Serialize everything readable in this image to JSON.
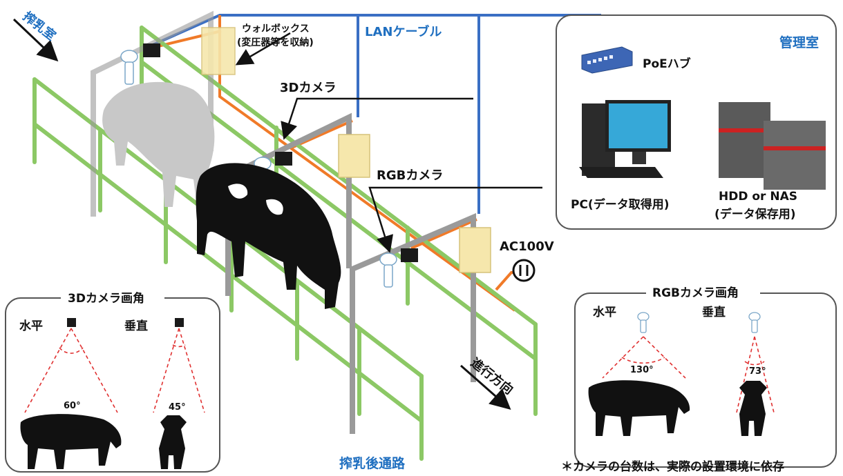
{
  "labels": {
    "milking_room": "搾乳室",
    "wall_box_line1": "ウォルボックス",
    "wall_box_line2": "(変圧器等を収納)",
    "lan_cable": "LANケーブル",
    "camera_3d": "3Dカメラ",
    "camera_rgb": "RGBカメラ",
    "ac100v": "AC100V",
    "direction": "進行方向",
    "post_milking_passage": "搾乳後通路",
    "footnote": "＊カメラの台数は、実際の設置環境に依存"
  },
  "management_room": {
    "title": "管理室",
    "poe_hub": "PoEハブ",
    "pc_line1": "PC(データ取得用)",
    "storage_line1": "HDD or NAS",
    "storage_line2": "(データ保存用)"
  },
  "fov_3d": {
    "title": "3Dカメラ画角",
    "horizontal": "水平",
    "vertical": "垂直",
    "horizontal_angle": "60°",
    "vertical_angle": "45°"
  },
  "fov_rgb": {
    "title": "RGBカメラ画角",
    "horizontal": "水平",
    "vertical": "垂直",
    "horizontal_angle": "130°",
    "vertical_angle": "73°"
  },
  "colors": {
    "lan": "#3a6fc4",
    "power": "#f07a28",
    "rail": "#8cc865",
    "frame": "#9a9a9a",
    "title_blue": "#1f6fc0"
  }
}
